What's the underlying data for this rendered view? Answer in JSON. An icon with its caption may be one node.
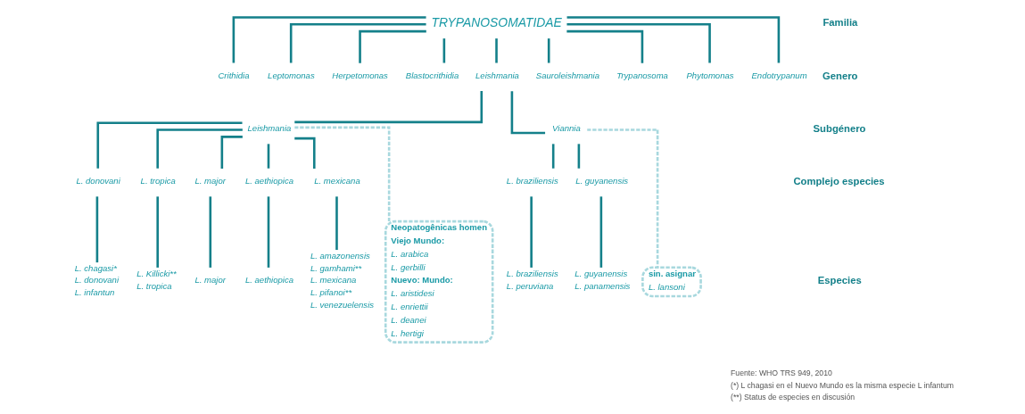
{
  "diagram": {
    "nodes": [
      {
        "text": [
          "TRYPANOSOMATIDAE"
        ]
      },
      {
        "text": [
          "Crithidia"
        ]
      },
      {
        "text": [
          "Leptomonas"
        ]
      },
      {
        "text": [
          "Herpetomonas"
        ]
      },
      {
        "text": [
          "Blastocrithidia"
        ]
      },
      {
        "text": [
          "Leishmania"
        ]
      },
      {
        "text": [
          "Sauroleishmania"
        ]
      },
      {
        "text": [
          "Trypanosoma"
        ]
      },
      {
        "text": [
          "Phytomonas"
        ]
      },
      {
        "text": [
          "Endotrypanum"
        ]
      },
      {
        "text": [
          "Leishmania"
        ]
      },
      {
        "text": [
          "Viannia"
        ]
      },
      {
        "text": [
          "L. donovani"
        ]
      },
      {
        "text": [
          "L. tropica"
        ]
      },
      {
        "text": [
          "L. major"
        ]
      },
      {
        "text": [
          "L. aethiopica"
        ]
      },
      {
        "text": [
          "L. mexicana"
        ]
      },
      {
        "text": [
          "L. braziliensis"
        ]
      },
      {
        "text": [
          "L. guyanensis"
        ]
      },
      {
        "text": [
          "L. chagasi*",
          "L. donovani",
          "L. infantun"
        ]
      },
      {
        "text": [
          "L. Killicki**",
          "L. tropica"
        ]
      },
      {
        "text": [
          "L. major"
        ]
      },
      {
        "text": [
          "L. aethiopica"
        ]
      },
      {
        "text": [
          "L. amazonensis",
          "L. gamhami**",
          "L. mexicana",
          "L. pifanoi**",
          "L. venezuelensis"
        ]
      },
      {
        "text": [
          "Neopatogênicas homen",
          "Viejo Mundo:",
          "L. arabica",
          "L. gerbilli",
          "Nuevo: Mundo:",
          "L. aristidesi",
          "L. enriettii",
          "L. deanei",
          "L. hertigi"
        ]
      },
      {
        "text": [
          "L. braziliensis",
          "L. peruviana"
        ]
      },
      {
        "text": [
          "L. guyanensis",
          "L. panamensis"
        ]
      },
      {
        "text": [
          "sin. asignar",
          "L. lansoni"
        ]
      }
    ],
    "edges": [
      {
        "from": 0,
        "to": 1,
        "arrow": "none"
      },
      {
        "from": 0,
        "to": 2,
        "arrow": "none"
      },
      {
        "from": 0,
        "to": 3,
        "arrow": "none"
      },
      {
        "from": 0,
        "to": 4,
        "arrow": "none"
      },
      {
        "from": 0,
        "to": 5,
        "arrow": "none"
      },
      {
        "from": 0,
        "to": 6,
        "arrow": "none"
      },
      {
        "from": 0,
        "to": 7,
        "arrow": "none"
      },
      {
        "from": 0,
        "to": 8,
        "arrow": "none"
      },
      {
        "from": 0,
        "to": 9,
        "arrow": "none"
      },
      {
        "from": 5,
        "to": 10,
        "arrow": "none"
      },
      {
        "from": 5,
        "to": 11,
        "arrow": "none"
      },
      {
        "from": 10,
        "to": 12,
        "arrow": "none"
      },
      {
        "from": 10,
        "to": 13,
        "arrow": "none"
      },
      {
        "from": 10,
        "to": 14,
        "arrow": "none"
      },
      {
        "from": 10,
        "to": 15,
        "arrow": "none"
      },
      {
        "from": 10,
        "to": 16,
        "arrow": "none"
      },
      {
        "from": 10,
        "to": 24,
        "arrow": "none",
        "style": "dashed",
        "color": "#a8d8de"
      },
      {
        "from": 11,
        "to": 17,
        "arrow": "none"
      },
      {
        "from": 11,
        "to": 27,
        "arrow": "none",
        "style": "dashed",
        "color": "#a8d8de"
      },
      {
        "from": 11,
        "to": 18,
        "arrow": "none"
      },
      {
        "from": 12,
        "to": 19,
        "arrow": "none"
      },
      {
        "from": 13,
        "to": 20,
        "arrow": "none"
      },
      {
        "from": 14,
        "to": 21,
        "arrow": "none"
      },
      {
        "from": 15,
        "to": 22,
        "arrow": "none"
      },
      {
        "from": 16,
        "to": 23,
        "arrow": "none"
      },
      {
        "from": 17,
        "to": 25,
        "arrow": "none"
      },
      {
        "from": 18,
        "to": 26,
        "arrow": "none"
      }
    ],
    "labels": [
      "Familia",
      "Genero",
      "Subgénero",
      "Complejo especies",
      "Especies",
      "Fuente: WHO TRS 949, 2010",
      "(*) L chagasi en el Nuevo Mundo es la misma especie L infantum",
      "(**) Status de especies en discusión"
    ]
  }
}
